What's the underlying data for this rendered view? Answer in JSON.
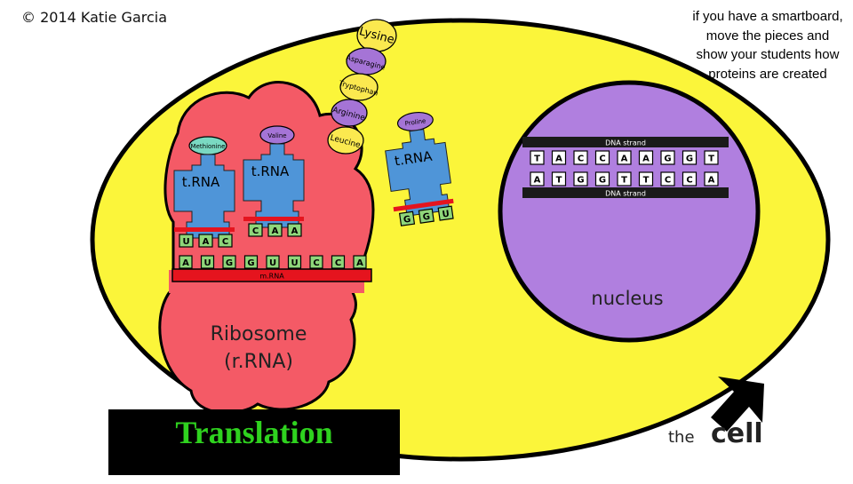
{
  "header": {
    "copyright": "© 2014 Katie Garcia",
    "instructions": "if you have a smartboard, move the pieces and show your students how proteins are created"
  },
  "title": "Translation",
  "cell": {
    "label_small": "the",
    "label_big": "cell",
    "fill_color": "#fbf53a"
  },
  "nucleus": {
    "label": "nucleus",
    "fill_color": "#b07fdf"
  },
  "dna": {
    "strand_label": "DNA strand",
    "top_strand": [
      "T",
      "A",
      "C",
      "C",
      "A",
      "A",
      "G",
      "G",
      "T"
    ],
    "bottom_strand": [
      "A",
      "T",
      "G",
      "G",
      "T",
      "T",
      "C",
      "C",
      "A"
    ]
  },
  "ribosome": {
    "line1": "Ribosome",
    "line2": "(r.RNA)",
    "fill_color": "#f45a66"
  },
  "mrna": {
    "label": "m.RNA",
    "bases": [
      "A",
      "U",
      "G",
      "G",
      "U",
      "U",
      "C",
      "C",
      "A"
    ]
  },
  "trna": [
    {
      "label": "t.RNA",
      "anticodon": [
        "U",
        "A",
        "C"
      ],
      "amino_acid": "Methionine"
    },
    {
      "label": "t.RNA",
      "anticodon": [
        "C",
        "A",
        "A"
      ],
      "amino_acid": "Valine"
    },
    {
      "label": "t.RNA",
      "anticodon": [
        "G",
        "G",
        "U"
      ],
      "amino_acid": "Proline"
    }
  ],
  "amino_chain": [
    "Lysine",
    "Asparagine",
    "Tryptophan",
    "Arginine",
    "Leucine"
  ],
  "colors": {
    "trna_blue": "#4f95d8",
    "base_green": "#8fd67a",
    "strand_red": "#e5141e",
    "amino_yellow": "#fbe94f",
    "amino_purple": "#a574d6",
    "amino_teal": "#7ad9c2",
    "title_green": "#2fd21f"
  },
  "icons": [
    "arrow-pointer-icon"
  ]
}
